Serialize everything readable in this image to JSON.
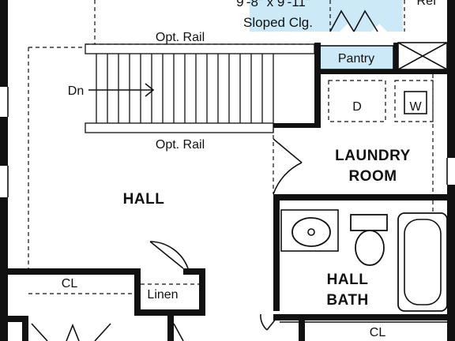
{
  "top_room": {
    "dims": "9'-8\" x 9'-11\"",
    "ceiling": "Sloped Clg."
  },
  "refrigerator_label": "Ref",
  "rail_top_label": "Opt. Rail",
  "rail_bottom_label": "Opt. Rail",
  "pantry_label": "Pantry",
  "stair_label": "Dn",
  "appliances": {
    "dryer": "D",
    "washer": "W"
  },
  "laundry": {
    "line1": "LAUNDRY",
    "line2": "ROOM"
  },
  "hall_label": "HALL",
  "bath": {
    "line1": "HALL",
    "line2": "BATH"
  },
  "closet_left_label": "CL",
  "linen_label": "Linen",
  "closet_right_label": "CL",
  "colors": {
    "highlight": "#cce9f7",
    "wall": "#111111"
  }
}
